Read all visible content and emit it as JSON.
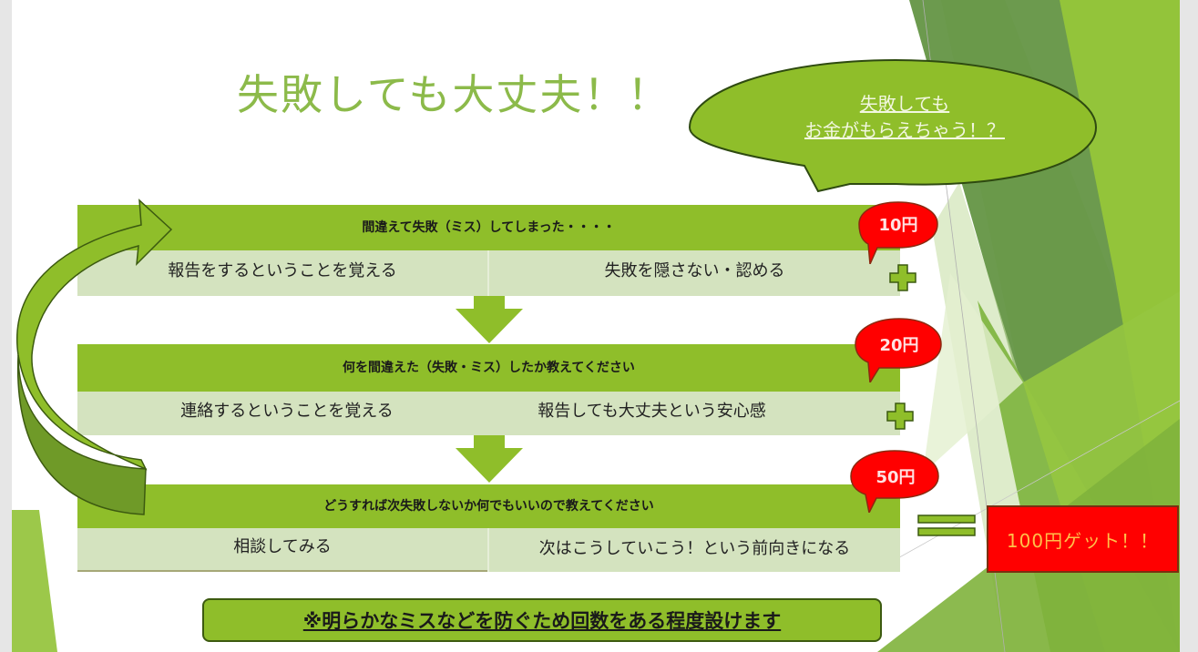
{
  "slide": {
    "title": "失敗しても大丈夫！！",
    "bubble": {
      "line1": "失敗しても",
      "line2": "お金がもらえちゃう！？"
    },
    "steps": [
      {
        "header": "間違えて失敗（ミス）してしまった・・・・",
        "left": "報告をするということを覚える",
        "right": "失敗を隠さない・認める",
        "reward": "10円"
      },
      {
        "header": "何を間違えた（失敗・ミス）したか教えてください",
        "left": "連絡するということを覚える",
        "right": "報告しても大丈夫という安心感",
        "reward": "20円"
      },
      {
        "header": "どうすれば次失敗しないか何でもいいので教えてください",
        "left": "相談してみる",
        "right": "次はこうしていこう！という前向きになる",
        "reward": "50円"
      }
    ],
    "total": "100円ゲット！！",
    "note": "※明らかなミスなどを防ぐため回数をある程度設けます"
  },
  "colors": {
    "title_green": "#8cba4a",
    "header_green": "#8fbe2a",
    "cell_green": "#d4e3bf",
    "reward_red": "#ff0000",
    "total_text": "#ffc04a"
  },
  "icons": {
    "plus": "plus-icon",
    "equals": "equals-icon",
    "down_arrow": "down-arrow-icon",
    "loop_arrow": "curved-arrow-icon"
  }
}
